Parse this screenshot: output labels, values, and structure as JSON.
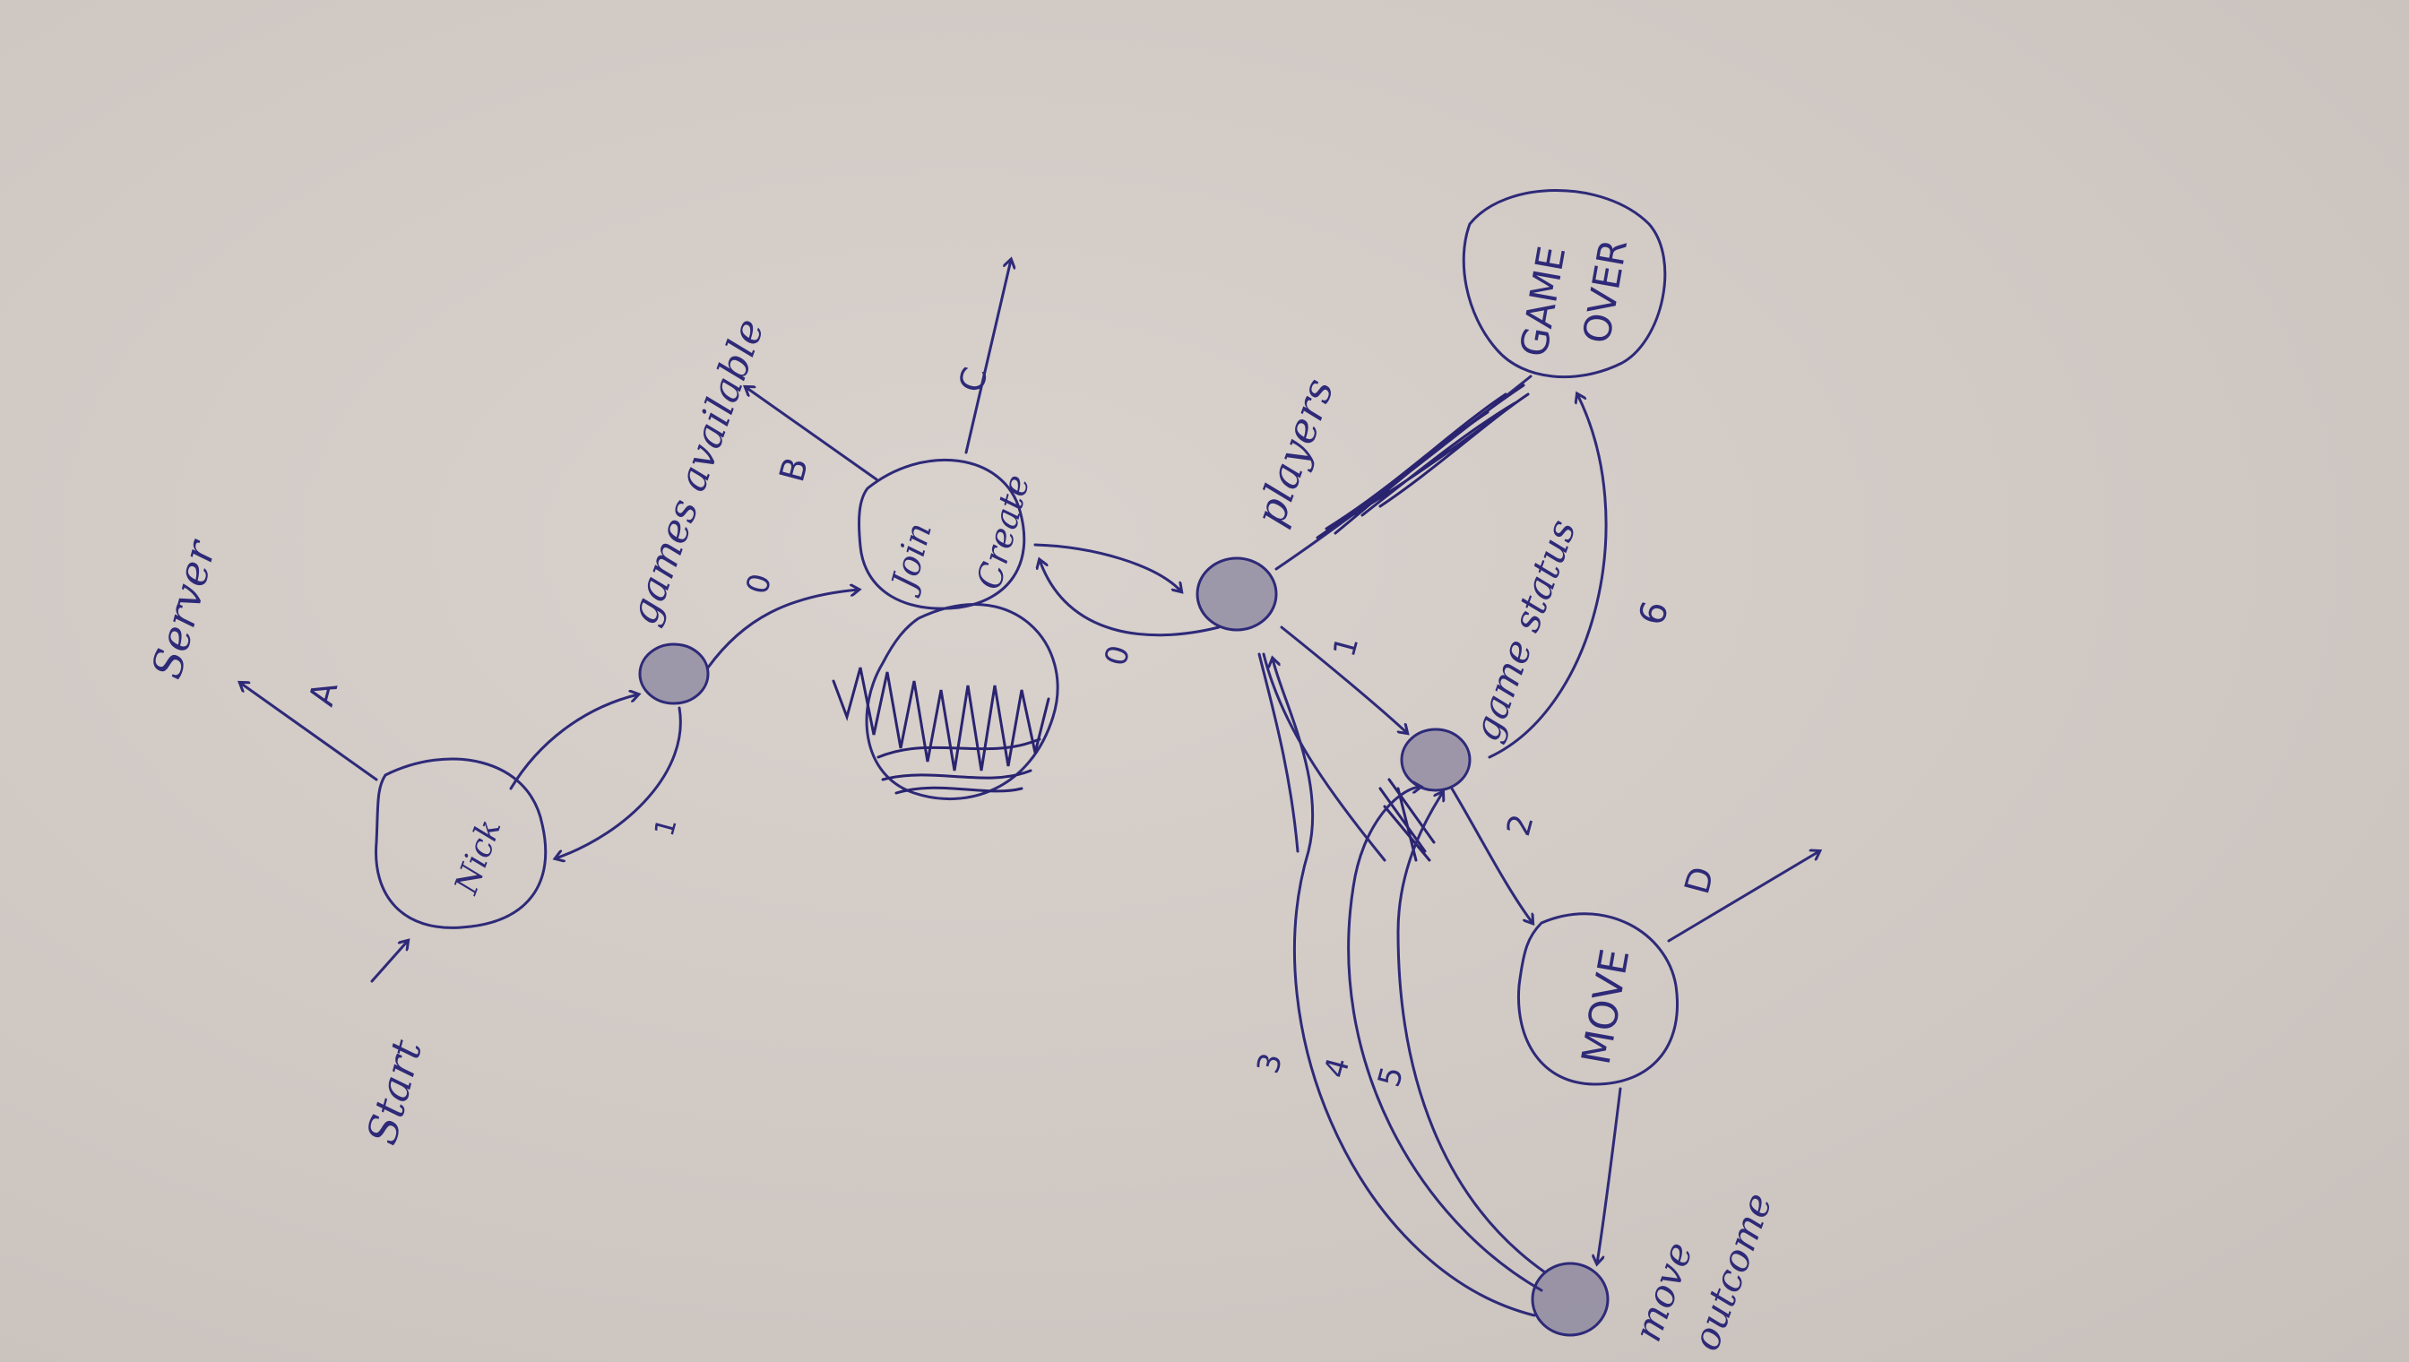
{
  "labels": {
    "start": "Start",
    "server": "Server",
    "a": "A",
    "b": "B",
    "c": "C",
    "d": "D",
    "nick": "Nick",
    "games_available": "games available",
    "join": "Join",
    "create": "Create",
    "players": "players",
    "game_over_line1": "GAME",
    "game_over_line2": "OVER",
    "game_status": "game status",
    "move": "MOVE",
    "move_outcome_line1": "move",
    "move_outcome_line2": "outcome",
    "n0a": "0",
    "n1a": "1",
    "n0b": "0",
    "n1b": "1",
    "n2": "2",
    "n3": "3",
    "n4": "4",
    "n5": "5",
    "n6": "6"
  },
  "colors": {
    "ink": "#2e2a78",
    "paper": "#d2cbc7"
  }
}
